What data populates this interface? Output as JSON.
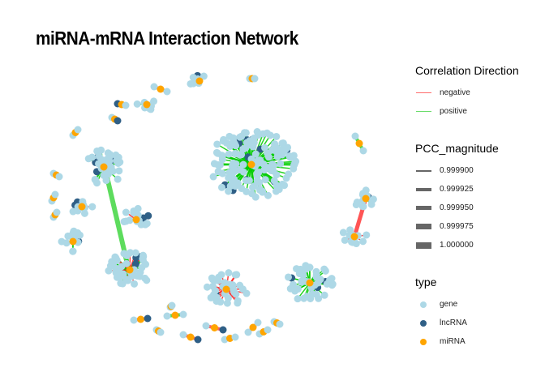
{
  "title": "miRNA-mRNA Interaction Network",
  "legend": {
    "direction": {
      "title": "Correlation Direction",
      "items": [
        {
          "label": "negative",
          "color": "#ff6b6b"
        },
        {
          "label": "positive",
          "color": "#6bdc6b"
        }
      ]
    },
    "magnitude": {
      "title": "PCC_magnitude",
      "items": [
        {
          "label": "0.999900",
          "value": 0.9999
        },
        {
          "label": "0.999925",
          "value": 0.999925
        },
        {
          "label": "0.999950",
          "value": 0.99995
        },
        {
          "label": "0.999975",
          "value": 0.999975
        },
        {
          "label": "1.000000",
          "value": 1.0
        }
      ]
    },
    "type": {
      "title": "type",
      "items": [
        {
          "label": "gene",
          "color": "#add8e6"
        },
        {
          "label": "lncRNA",
          "color": "#2f5f86"
        },
        {
          "label": "miRNA",
          "color": "#ffa500"
        }
      ]
    }
  },
  "colors": {
    "negative_edge": "#ff2020",
    "positive_edge": "#00cc00",
    "gene": "#add8e6",
    "lncRNA": "#2f5f86",
    "miRNA": "#ffa500"
  }
}
